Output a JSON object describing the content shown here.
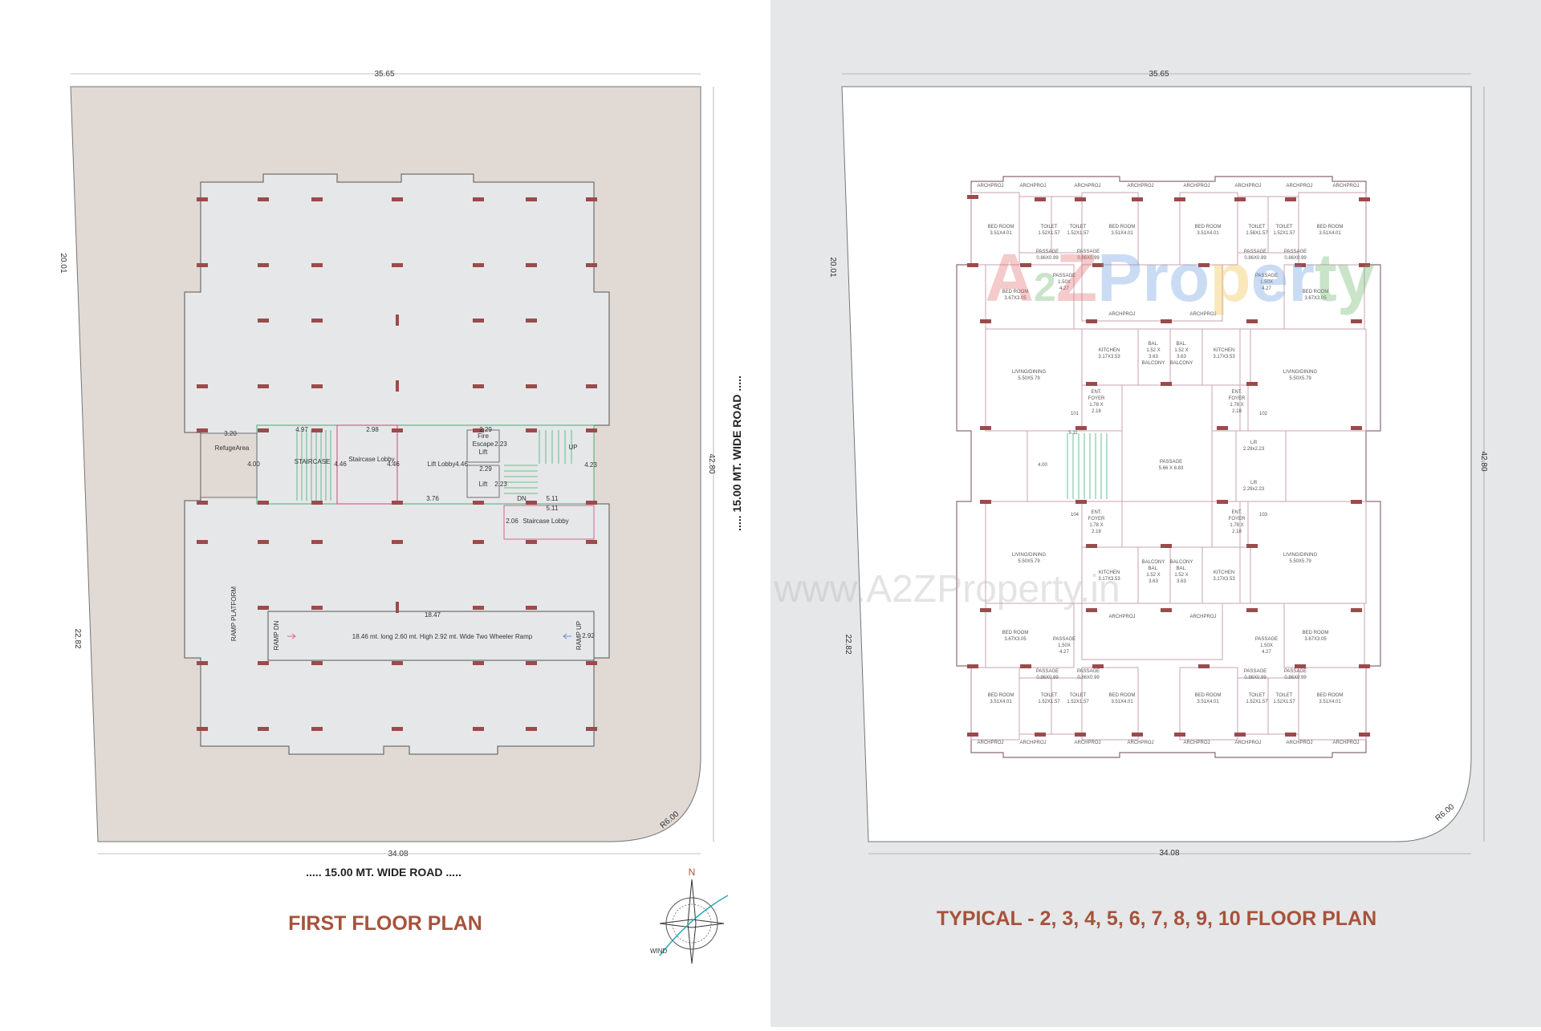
{
  "colors": {
    "title": "#a6533c",
    "plot": "#e0d9d4",
    "building": "#e6e7e8",
    "right_bg": "#e6e7e8",
    "column": "#9b4b4b",
    "wall": "#c9a3b5",
    "stair": "#3cb37a"
  },
  "first_floor": {
    "title": "FIRST FLOOR PLAN",
    "dims": {
      "top": "35.65",
      "left_upper": "20.01",
      "left_lower": "22.82",
      "right": "42.80",
      "bottom": "34.08",
      "radius": "R6.00"
    },
    "road_bottom": "..... 15.00 MT. WIDE ROAD .....",
    "road_right": "..... 15.00 MT. WIDE ROAD .....",
    "labels": {
      "refuge": "RefugeArea",
      "refuge_w": "3.20",
      "refuge_h": "4.00",
      "stair_w": "4.97",
      "staircase": "STAIRCASE",
      "stair_h": "4.46",
      "stair_lobby": "Staircase Lobby",
      "stair_lobby_w": "2.98",
      "stair_lobby_h": "4.46",
      "lift_lobby": "Lift Lobby",
      "lift_lobby_h": "4.46",
      "lift_lobby_w": "3.76",
      "fire_lift_1": "Fire",
      "fire_lift_2": "Escape",
      "fire_lift_3": "Lift",
      "fire_lift_w": "2.29",
      "fire_lift_h": "2.23",
      "lift": "Lift",
      "lift_w": "2.29",
      "lift_h": "2.23",
      "dn": "DN",
      "up": "UP",
      "stair2_w": "5.11",
      "stair2_h": "4.23",
      "lobby2": "Staircase Lobby",
      "lobby2_w": "5.11",
      "lobby2_h": "2.06",
      "ramp_len": "18.47",
      "ramp_desc": "18.46 mt. long 2.60 mt. High 2.92 mt. Wide Two Wheeler Ramp",
      "ramp_dn": "RAMP DN",
      "ramp_up": "RAMP UP",
      "ramp_w": "2.92",
      "ramp_platform": "RAMP PLATFORM"
    },
    "compass": {
      "north": "N",
      "wind": "WIND"
    }
  },
  "typical_floor": {
    "title": "TYPICAL - 2, 3, 4, 5, 6, 7, 8, 9, 10 FLOOR PLAN",
    "dims": {
      "top": "35.65",
      "left_upper": "20.01",
      "left_lower": "22.82",
      "right": "42.80",
      "bottom": "34.08",
      "radius": "R6.00"
    },
    "labels": [
      [
        "BED ROOM",
        "3.51X4.01"
      ],
      [
        "TOILET",
        "1.52X1.57"
      ],
      [
        "TOILET",
        "1.52X1.57"
      ],
      [
        "BED ROOM",
        "3.51X4.01"
      ],
      [
        "BED ROOM",
        "3.51X4.01"
      ],
      [
        "TOILET",
        "1.58X1.57"
      ],
      [
        "TOILET",
        "1.52X1.57"
      ],
      [
        "BED ROOM",
        "3.51X4.01"
      ],
      [
        "PASSAGE",
        "0.86X0.99"
      ],
      [
        "PASSAGE",
        "0.86X0.99"
      ],
      [
        "PASSAGE",
        "0.86X0.99"
      ],
      [
        "PASSAGE",
        "0.86X0.99"
      ],
      [
        "PASSAGE",
        "1.50X",
        "4.27"
      ],
      [
        "PASSAGE",
        "1.50X",
        "4.27"
      ],
      [
        "BED ROOM",
        "3.67X3.05"
      ],
      [
        "BED ROOM",
        "3.67X3.05"
      ],
      [
        "ARCHPROJ"
      ],
      [
        "ARCHPROJ"
      ],
      [
        "ARCHPROJ"
      ],
      [
        "ARCHPROJ"
      ],
      [
        "ARCHPROJ"
      ],
      [
        "ARCHPROJ"
      ],
      [
        "ARCHPROJ"
      ],
      [
        "ARCHPROJ"
      ],
      [
        "ARCHPROJ"
      ],
      [
        "ARCHPROJ"
      ],
      [
        "KITCHEN",
        "3.17X3.53"
      ],
      [
        "KITCHEN",
        "3.17X3.53"
      ],
      [
        "BAL.",
        "1.52 X",
        "3.63",
        "BALCONY"
      ],
      [
        "BAL.",
        "1.52 X",
        "3.63",
        "BALCONY"
      ],
      [
        "LIVING/DINING",
        "5.50X5.79"
      ],
      [
        "LIVING/DINING",
        "5.50X5.79"
      ],
      [
        "ENT.",
        "FOYER",
        "1.78 X",
        "2.18"
      ],
      [
        "ENT.",
        "FOYER",
        "1.78 X",
        "2.18"
      ],
      [
        "101"
      ],
      [
        "102"
      ],
      [
        "4.00"
      ],
      [
        "5.11"
      ],
      [
        "PASSAGE",
        "5.66 X 8.83"
      ],
      [
        "Lift",
        "2.29x2.23"
      ],
      [
        "Lift",
        "2.29x2.23"
      ],
      [
        "104"
      ],
      [
        "ENT.",
        "FOYER",
        "1.78 X",
        "2.18"
      ],
      [
        "103"
      ],
      [
        "ENT.",
        "FOYER",
        "1.78 X",
        "2.18"
      ],
      [
        "LIVING/DINING",
        "5.50X5.79"
      ],
      [
        "LIVING/DINING",
        "5.50X5.79"
      ],
      [
        "KITCHEN",
        "3.17X3.53"
      ],
      [
        "KITCHEN",
        "3.17X3.53"
      ],
      [
        "BALCONY",
        "BAL.",
        "1.52 X",
        "3.63"
      ],
      [
        "BALCONY",
        "BAL.",
        "1.52 X",
        "3.63"
      ],
      [
        "ARCHPROJ"
      ],
      [
        "ARCHPROJ"
      ],
      [
        "BED ROOM",
        "3.67X3.05"
      ],
      [
        "BED ROOM",
        "3.67X3.05"
      ],
      [
        "PASSAGE",
        "1.50X",
        "4.27"
      ],
      [
        "PASSAGE",
        "1.50X",
        "4.27"
      ],
      [
        "PASSAGE",
        "0.86X0.99"
      ],
      [
        "PASSAGE",
        "0.86X0.99"
      ],
      [
        "PASSAGE",
        "0.86X0.99"
      ],
      [
        "PASSAGE",
        "0.86X0.99"
      ],
      [
        "BED ROOM",
        "3.51X4.01"
      ],
      [
        "TOILET",
        "1.52X1.57"
      ],
      [
        "TOILET",
        "1.52X1.57"
      ],
      [
        "BED ROOM",
        "3.51X4.01"
      ],
      [
        "BED ROOM",
        "3.51X4.01"
      ],
      [
        "TOILET",
        "1.52X1.57"
      ],
      [
        "TOILET",
        "1.52X1.57"
      ],
      [
        "BED ROOM",
        "3.51X4.01"
      ],
      [
        "ARCHPROJ"
      ],
      [
        "ARCHPROJ"
      ],
      [
        "ARCHPROJ"
      ],
      [
        "ARCHPROJ"
      ],
      [
        "ARCHPROJ"
      ],
      [
        "ARCHPROJ"
      ],
      [
        "ARCHPROJ"
      ],
      [
        "ARCHPROJ"
      ]
    ]
  },
  "watermark": {
    "logo": "A2ZProperty",
    "url": "www.A2ZProperty.in"
  }
}
